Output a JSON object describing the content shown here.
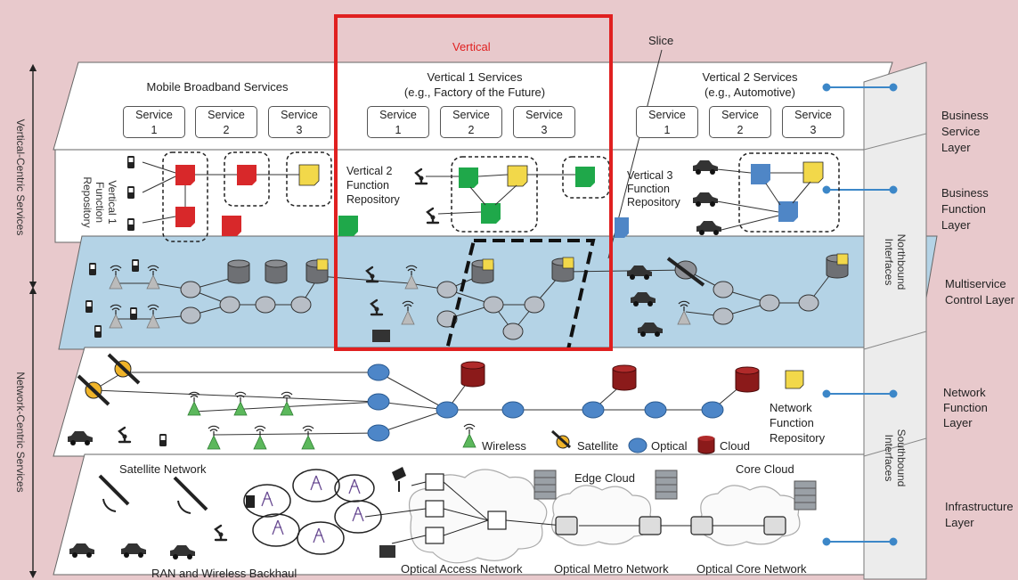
{
  "top_labels": {
    "vertical": "Vertical",
    "slice": "Slice"
  },
  "service_groups": [
    {
      "title_line1": "Mobile Broadband Services",
      "title_line2": ""
    },
    {
      "title_line1": "Vertical 1 Services",
      "title_line2": "(e.g., Factory of the Future)"
    },
    {
      "title_line1": "Vertical 2 Services",
      "title_line2": "(e.g., Automotive)"
    }
  ],
  "service_box": {
    "word": "Service",
    "numbers": [
      "1",
      "2",
      "3"
    ]
  },
  "repositories": {
    "vertical1": [
      "Vertical 1",
      "Function",
      "Repository"
    ],
    "vertical2": [
      "Vertical 2",
      "Function",
      "Repository"
    ],
    "vertical3": [
      "Vertical 3",
      "Function",
      "Repository"
    ]
  },
  "right_layers": {
    "business_service": [
      "Business",
      "Service",
      "Layer"
    ],
    "business_function": [
      "Business",
      "Function",
      "Layer"
    ],
    "multiservice_control": [
      "Multiservice",
      "Control Layer"
    ],
    "network_function": [
      "Network",
      "Function",
      "Layer"
    ],
    "infrastructure": [
      "Infrastructure",
      "Layer"
    ]
  },
  "interfaces": {
    "northbound": [
      "Northbound",
      "Interfaces"
    ],
    "southbound": [
      "Southbound",
      "Interfaces"
    ]
  },
  "left_axis": {
    "vertical_centric": "Vertical-Centric Services",
    "network_centric": "Network-Centric Services"
  },
  "legend": {
    "wireless": "Wireless",
    "satellite": "Satellite",
    "optical": "Optical",
    "cloud": "Cloud"
  },
  "network_function_repository": [
    "Network",
    "Function",
    "Repository"
  ],
  "infrastructure": {
    "satellite_network": "Satellite Network",
    "ran_backhaul": "RAN and Wireless Backhaul",
    "optical_access": "Optical Access Network",
    "edge_cloud": "Edge Cloud",
    "optical_metro": "Optical Metro Network",
    "core_cloud": "Core Cloud",
    "optical_core": "Optical Core Network"
  },
  "colors": {
    "background": "#e8c9cc",
    "red_function": "#d8282a",
    "green_function": "#1fa84a",
    "yellow_function": "#f2d84a",
    "blue_function": "#4f86c6",
    "control_layer": "#b4d3e6",
    "optical_node": "#4d86c8",
    "cloud_db": "#8b1a1a",
    "vertical_box": "#e02020",
    "interface_line": "#3c87c8"
  }
}
